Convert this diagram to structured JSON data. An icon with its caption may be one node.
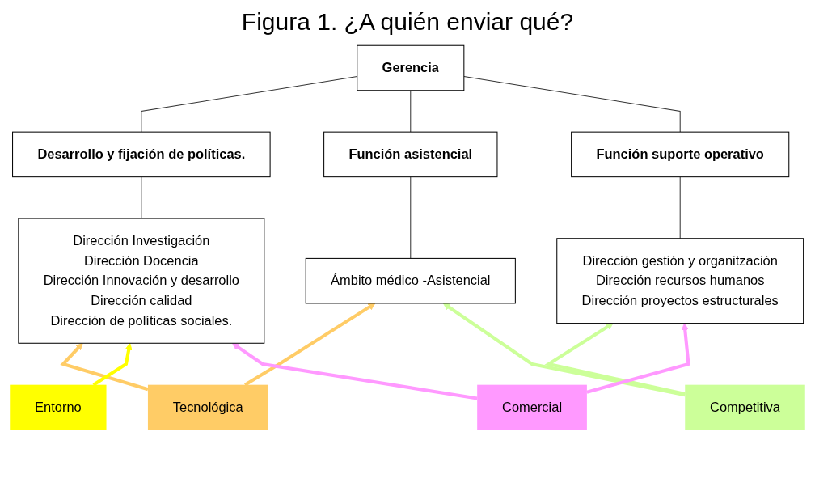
{
  "diagram": {
    "title": "Figura 1. ¿A quién enviar qué?",
    "nodes": [
      {
        "text": [
          "Gerencia"
        ]
      },
      {
        "text": [
          "Desarrollo y fijación de políticas."
        ]
      },
      {
        "text": [
          "Función asistencial"
        ]
      },
      {
        "text": [
          "Función suporte operativo"
        ]
      },
      {
        "text": [
          "Dirección Investigación",
          "Dirección Docencia",
          "Dirección Innovación y desarrollo",
          "Dirección calidad",
          "Dirección de políticas sociales."
        ]
      },
      {
        "text": [
          "Ámbito médico -Asistencial"
        ]
      },
      {
        "text": [
          "Dirección gestión y organitzación",
          "Dirección recursos humanos",
          "Dirección proyectos estructurales"
        ]
      },
      {
        "text": [
          "Competitiva"
        ]
      },
      {
        "text": [
          "Tecnológica"
        ]
      },
      {
        "text": [
          "Entorno"
        ]
      },
      {
        "text": [
          "Comercial"
        ]
      }
    ],
    "edges": [
      {
        "from": 0,
        "to": 1,
        "arrow": "none"
      },
      {
        "from": 0,
        "to": 2,
        "arrow": "none"
      },
      {
        "from": 0,
        "to": 3,
        "arrow": "none"
      },
      {
        "from": 1,
        "to": 4,
        "arrow": "none"
      },
      {
        "from": 2,
        "to": 5,
        "arrow": "none"
      },
      {
        "from": 3,
        "to": 6,
        "arrow": "none"
      },
      {
        "from": 8,
        "to": 5,
        "arrow": "to",
        "color": "#ffcc66"
      },
      {
        "from": 8,
        "to": 4,
        "arrow": "to",
        "color": "#ffcc66"
      },
      {
        "from": 9,
        "to": 4,
        "arrow": "to",
        "color": "#ffff00"
      },
      {
        "from": 7,
        "to": 6,
        "arrow": "to",
        "color": "#ccff99"
      },
      {
        "from": 7,
        "to": 5,
        "arrow": "to",
        "color": "#ccff99"
      },
      {
        "from": 10,
        "to": 6,
        "arrow": "to",
        "color": "#ff99ff"
      },
      {
        "from": 10,
        "to": 4,
        "arrow": "to",
        "color": "#ff99ff"
      }
    ]
  }
}
